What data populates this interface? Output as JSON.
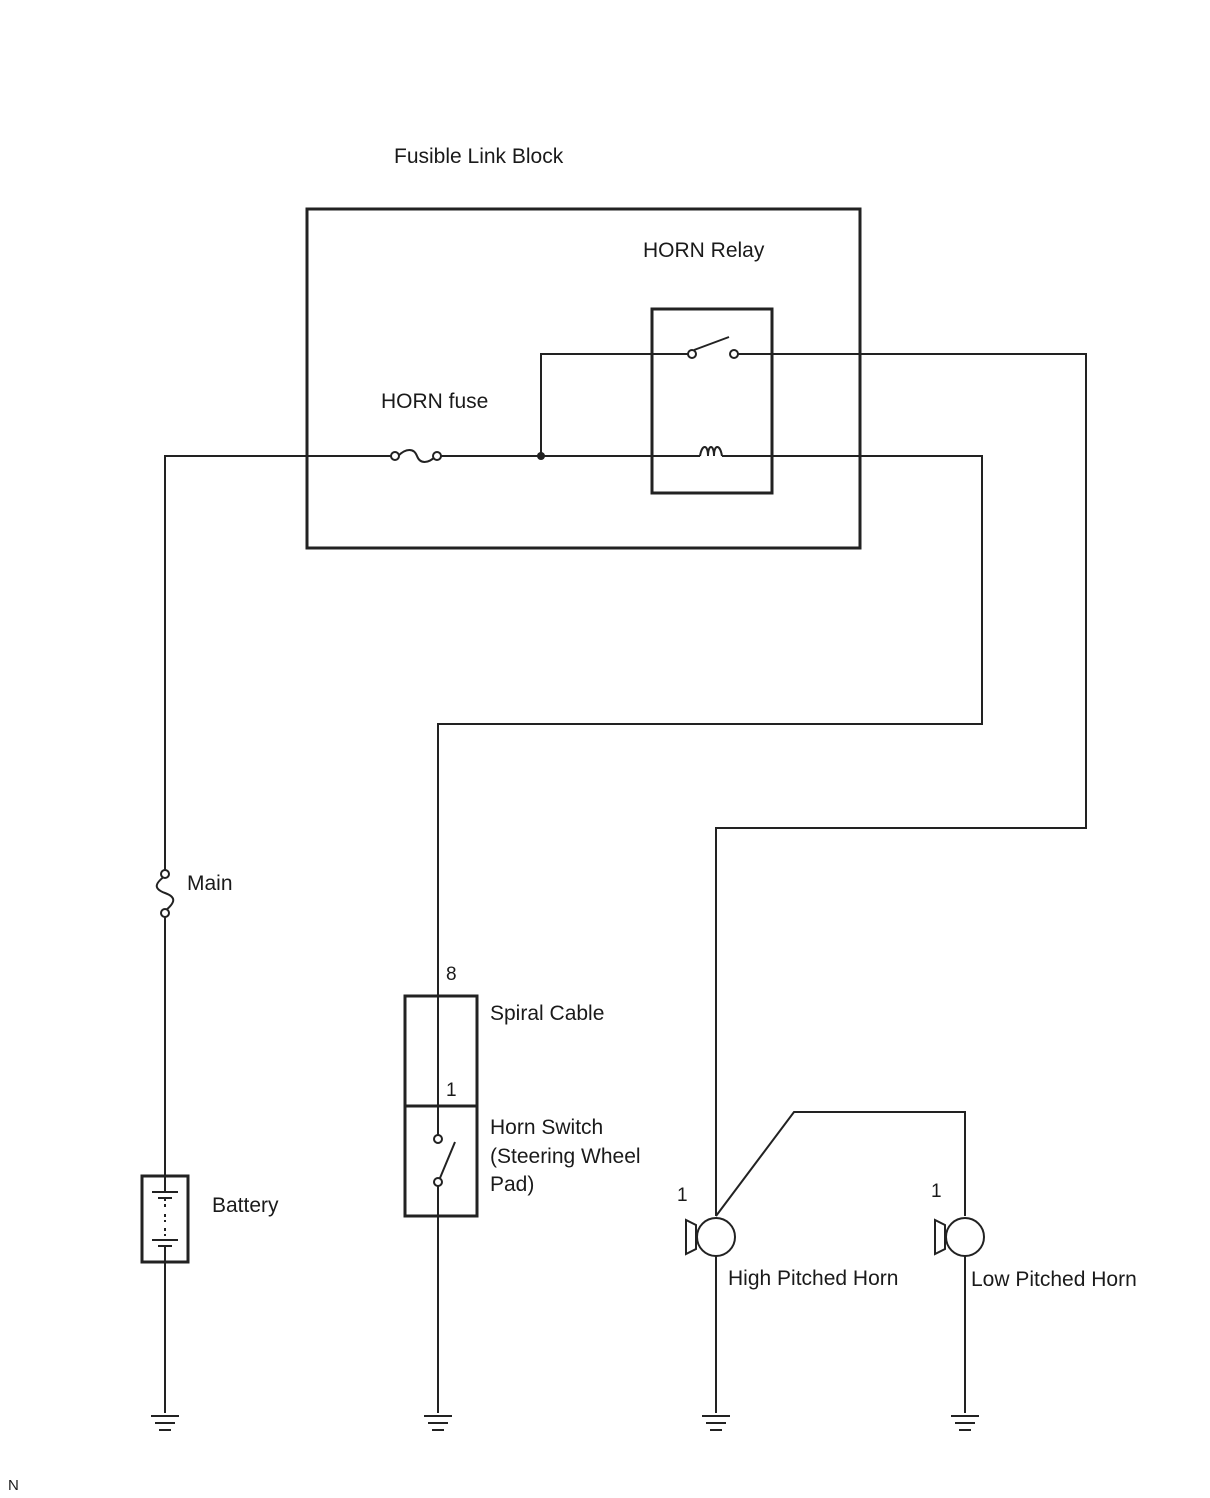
{
  "labels": {
    "fusible_link_block": "Fusible Link Block",
    "horn_relay": "HORN Relay",
    "horn_fuse": "HORN fuse",
    "main_fuse": "Main",
    "battery": "Battery",
    "spiral_cable": "Spiral Cable",
    "horn_switch_line1": "Horn Switch",
    "horn_switch_line2": "(Steering Wheel",
    "horn_switch_line3": "Pad)",
    "high_pitched_horn": "High Pitched Horn",
    "low_pitched_horn": "Low Pitched Horn",
    "corner_mark": "N"
  },
  "pins": {
    "spiral_cable_top": "8",
    "spiral_cable_bottom": "1",
    "high_horn": "1",
    "low_horn": "1"
  },
  "colors": {
    "line": "#222222",
    "background": "#ffffff"
  }
}
